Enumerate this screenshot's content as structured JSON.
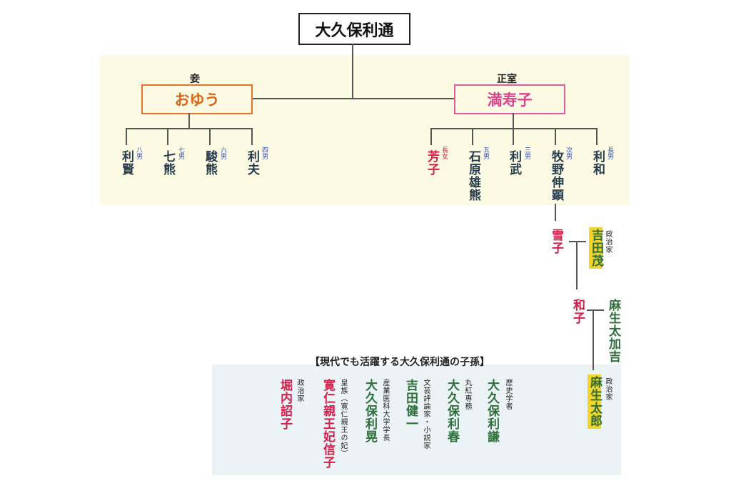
{
  "root": {
    "name": "大久保利通"
  },
  "wives": [
    {
      "role": "妾",
      "name": "おゆう",
      "color": "#e06318",
      "children": [
        {
          "name": "利賢",
          "rank": "八男"
        },
        {
          "name": "七熊",
          "rank": "七男"
        },
        {
          "name": "駿熊",
          "rank": "六男"
        },
        {
          "name": "利夫",
          "rank": "四男"
        }
      ]
    },
    {
      "role": "正室",
      "name": "満寿子",
      "color": "#d9448e",
      "children": [
        {
          "name": "芳子",
          "rank": "長女"
        },
        {
          "name": "石原雄熊",
          "rank": "五男"
        },
        {
          "name": "利武",
          "rank": "三男"
        },
        {
          "name": "牧野伸顕",
          "rank": "次男"
        },
        {
          "name": "利和",
          "rank": "長男"
        }
      ]
    }
  ],
  "lineage": {
    "yukiko": "雪子",
    "yoshida_shigeru": {
      "name": "吉田茂",
      "desc": "政治家"
    },
    "kazuko": "和子",
    "aso_takakichi": "麻生太加吉",
    "aso_taro": {
      "name": "麻生太郎",
      "desc": "政治家"
    }
  },
  "descendants": {
    "title": "【現代でも活躍する大久保利通の子孫】",
    "people": [
      {
        "name": "大久保利謙",
        "desc": "歴史学者"
      },
      {
        "name": "大久保利春",
        "desc": "丸紅専務"
      },
      {
        "name": "吉田健一",
        "desc": "文芸評論家・小説家"
      },
      {
        "name": "大久保利晃",
        "desc": "産業医科大学学長"
      },
      {
        "name": "寛仁親王妃信子",
        "desc": "皇族（寛仁親王の妃）"
      },
      {
        "name": "堀内詔子",
        "desc": "政治家"
      }
    ]
  },
  "colors": {
    "male_name": "#263c4c",
    "female_name": "#d51e4a",
    "descendant_green": "#2e6e3b",
    "highlight": "#f3d427",
    "rank": "#3a4fa8"
  }
}
